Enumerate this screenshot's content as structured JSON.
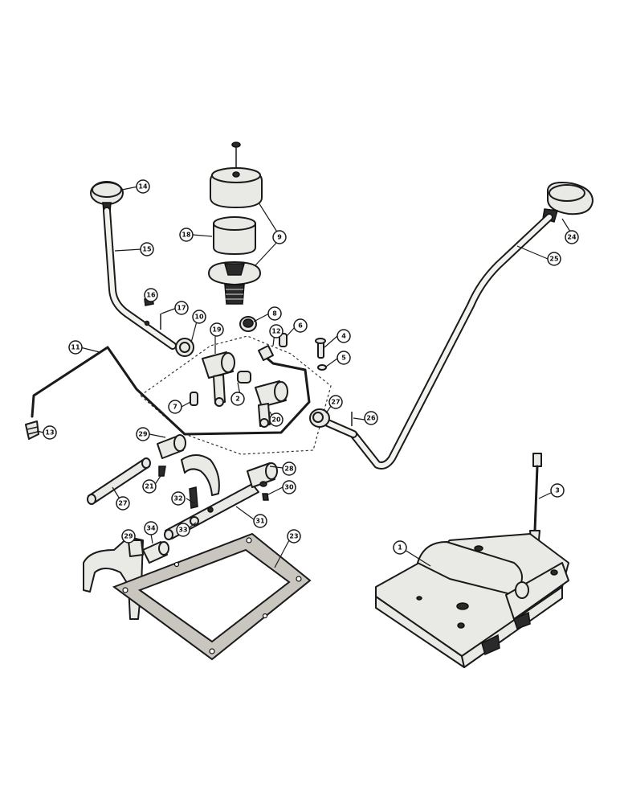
{
  "callouts": [
    {
      "id": "c14",
      "label": "14"
    },
    {
      "id": "c15",
      "label": "15"
    },
    {
      "id": "c16",
      "label": "16"
    },
    {
      "id": "c17",
      "label": "17"
    },
    {
      "id": "c18",
      "label": "18"
    },
    {
      "id": "c10",
      "label": "10"
    },
    {
      "id": "c9",
      "label": "9"
    },
    {
      "id": "c8",
      "label": "8"
    },
    {
      "id": "c6",
      "label": "6"
    },
    {
      "id": "c12",
      "label": "12"
    },
    {
      "id": "c19",
      "label": "19"
    },
    {
      "id": "c4",
      "label": "4"
    },
    {
      "id": "c5",
      "label": "5"
    },
    {
      "id": "c11",
      "label": "11"
    },
    {
      "id": "c13",
      "label": "13"
    },
    {
      "id": "c2",
      "label": "2"
    },
    {
      "id": "c7",
      "label": "7"
    },
    {
      "id": "c20",
      "label": "20"
    },
    {
      "id": "c27a",
      "label": "27"
    },
    {
      "id": "c26",
      "label": "26"
    },
    {
      "id": "c24",
      "label": "24"
    },
    {
      "id": "c25",
      "label": "25"
    },
    {
      "id": "c29a",
      "label": "29"
    },
    {
      "id": "c21",
      "label": "21"
    },
    {
      "id": "c27b",
      "label": "27"
    },
    {
      "id": "c28",
      "label": "28"
    },
    {
      "id": "c30",
      "label": "30"
    },
    {
      "id": "c32",
      "label": "32"
    },
    {
      "id": "c33",
      "label": "33"
    },
    {
      "id": "c31",
      "label": "31"
    },
    {
      "id": "c34",
      "label": "34"
    },
    {
      "id": "c29b",
      "label": "29"
    },
    {
      "id": "c23",
      "label": "23"
    },
    {
      "id": "c3",
      "label": "3"
    },
    {
      "id": "c1",
      "label": "1"
    }
  ]
}
